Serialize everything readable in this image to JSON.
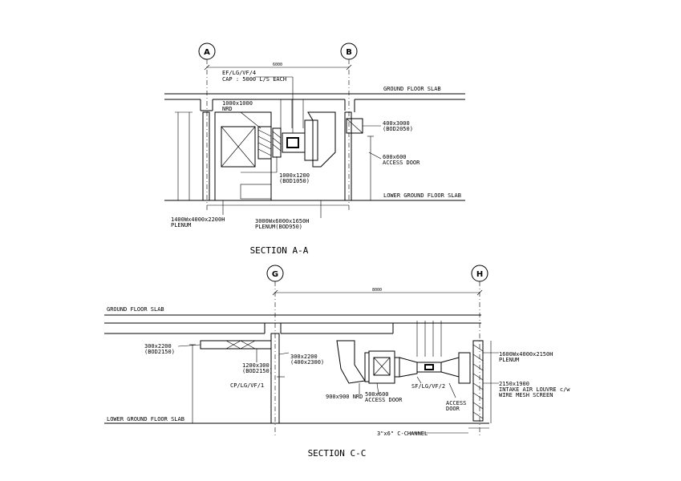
{
  "section_aa": {
    "title": "SECTION A-A",
    "grid_a": "A",
    "grid_b": "B",
    "span_dim": "6000",
    "fan_tag_line1": "EF/LG/VF/4",
    "fan_tag_line2": "CAP : 5000 L/S EACH",
    "slab_top": "GROUND FLOOR SLAB",
    "slab_bottom": "LOWER GROUND FLOOR SLAB",
    "nrd_line1": "1000x1000",
    "nrd_line2": "NRD",
    "duct_right_line1": "400x3000",
    "duct_right_line2": "(BOD2050)",
    "access_line1": "600x600",
    "access_line2": "ACCESS DOOR",
    "duct_mid_line1": "1000x1200",
    "duct_mid_line2": "(BOD1050)",
    "plenum_left_line1": "1400Wx4000x2200H",
    "plenum_left_line2": "PLENUM",
    "plenum_right_line1": "3000Wx6000x1650H",
    "plenum_right_line2": "PLENUM(BOD950)"
  },
  "section_cc": {
    "title": "SECTION C-C",
    "grid_g": "G",
    "grid_h": "H",
    "span_dim": "8000",
    "slab_top": "GROUND FLOOR SLAB",
    "slab_bottom": "LOWER GROUND FLOOR SLAB",
    "duct_left_line1": "300x2200",
    "duct_left_line2": "(BOD2150)",
    "duct_mid_line1": "1200x300",
    "duct_mid_line2": "(BOD2150)",
    "cp_tag": "CP/LG/VF/1",
    "duct_g_line1": "300x2200",
    "duct_g_line2": "(400x2300)",
    "plenum_right_line1": "1600Wx4000x2150H",
    "plenum_right_line2": "PLENUM",
    "louvre_line1": "2150x1900",
    "louvre_line2": "INTAKE AIR LOUVRE c/w",
    "louvre_line3": "WIRE MESH SCREEN",
    "sf_tag": "SF/LG/VF/2",
    "nrd": "900x900 NRD",
    "access1_line1": "500x600",
    "access1_line2": "ACCESS DOOR",
    "access2_line1": "ACCESS",
    "access2_line2": "DOOR",
    "channel": "3\"x6\" C-CHANNEL"
  }
}
